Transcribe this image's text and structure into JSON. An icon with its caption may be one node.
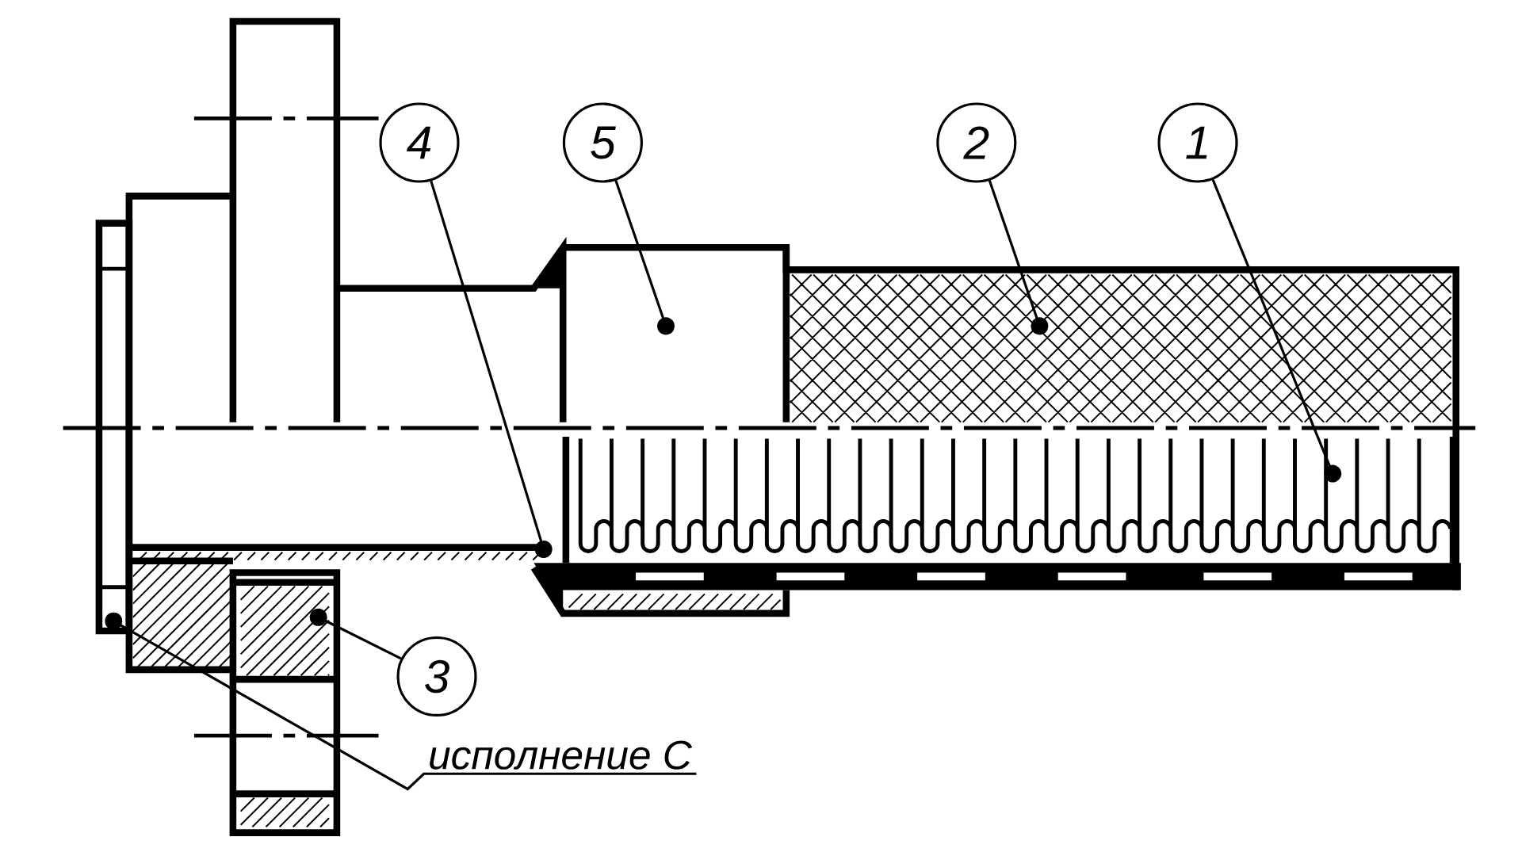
{
  "diagram": {
    "nodes": [
      {
        "text": [
          "4"
        ]
      },
      {
        "text": [
          "5"
        ]
      },
      {
        "text": [
          "2"
        ]
      },
      {
        "text": [
          "1"
        ]
      },
      {
        "text": [
          "3"
        ]
      },
      {
        "text": [
          "исполнение С"
        ]
      }
    ],
    "edges": [
      {
        "from": 0,
        "to": null,
        "arrow": "other"
      },
      {
        "from": 1,
        "to": null,
        "arrow": "other"
      },
      {
        "from": 2,
        "to": null,
        "arrow": "other"
      },
      {
        "from": 3,
        "to": null,
        "arrow": "other"
      },
      {
        "from": 4,
        "to": null,
        "arrow": "other"
      },
      {
        "from": 5,
        "to": null,
        "arrow": "other"
      }
    ]
  }
}
